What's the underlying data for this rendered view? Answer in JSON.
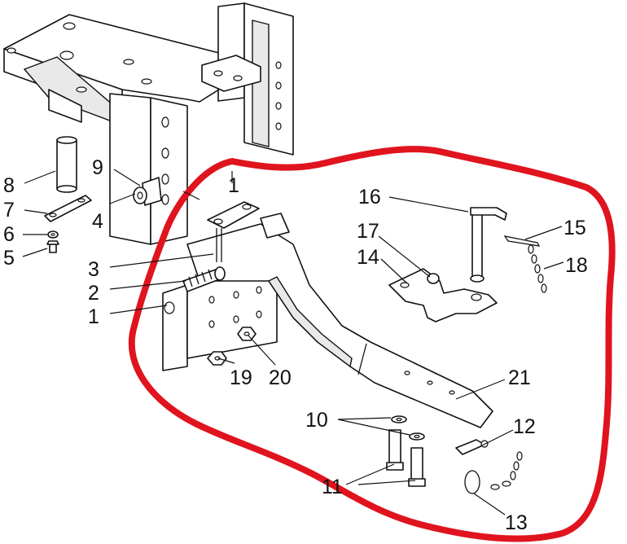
{
  "colors": {
    "ink": "#111111",
    "highlight_outline": "#e0141e",
    "background": "#ffffff"
  },
  "labels": {
    "l1": "1",
    "l2": "2",
    "l3": "3",
    "l4": "4",
    "l5": "5",
    "l6": "6",
    "l7": "7",
    "l8": "8",
    "l9": "9",
    "l10": "10",
    "l11": "11",
    "l12": "12",
    "l13": "13",
    "l14": "14",
    "l15": "15",
    "l16": "16",
    "l17": "17",
    "l18": "18",
    "l19": "19",
    "l20": "20",
    "l21": "21",
    "l1b": "1"
  }
}
